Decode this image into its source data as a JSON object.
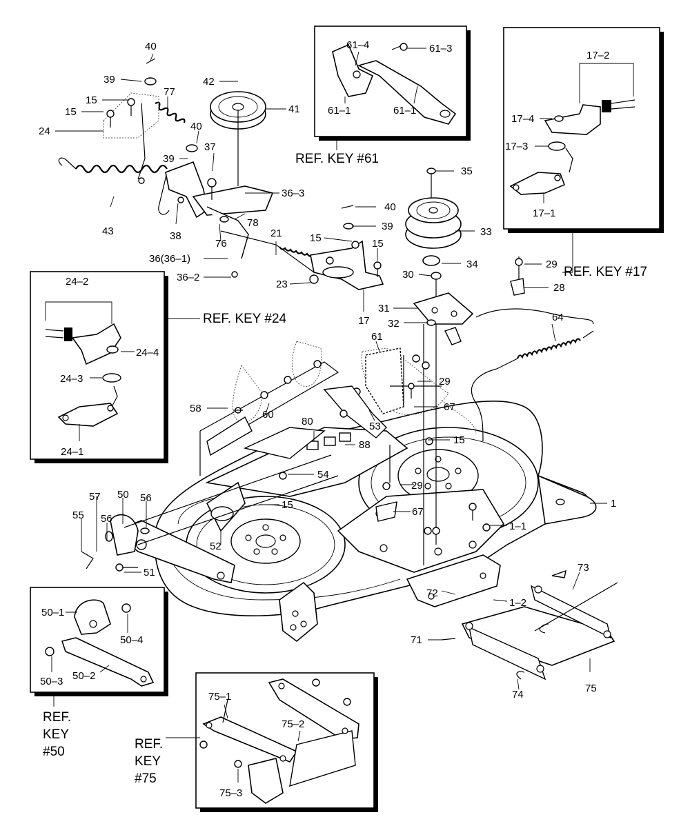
{
  "callouts": {
    "c40a": "40",
    "c39a": "39",
    "c77": "77",
    "c15a": "15",
    "c15b": "15",
    "c24": "24",
    "c42": "42",
    "c41": "41",
    "c40b": "40",
    "c39b": "39",
    "c37": "37",
    "c36_3": "36–3",
    "c43": "43",
    "c38": "38",
    "c76": "76",
    "c78": "78",
    "c21": "21",
    "c36_1": "36(36–1)",
    "c36_2": "36–2",
    "c23": "23",
    "c40c": "40",
    "c39c": "39",
    "c15c": "15",
    "c15d": "15",
    "c17": "17",
    "c35": "35",
    "c33": "33",
    "c34": "34",
    "c30": "30",
    "c31": "31",
    "c32": "32",
    "c29a": "29",
    "c28": "28",
    "c64": "64",
    "c61": "61",
    "c29b": "29",
    "c67a": "67",
    "c58": "58",
    "c60": "60",
    "c53": "53",
    "c80": "80",
    "c88": "88",
    "c15e": "15",
    "c54": "54",
    "c29c": "29",
    "c1": "1",
    "c57": "57",
    "c50": "50",
    "c56a": "56",
    "c55": "55",
    "c56b": "56",
    "c15f": "15",
    "c67b": "67",
    "c1_1": "1–1",
    "c52": "52",
    "c51": "51",
    "c72": "72",
    "c1_2": "1–2",
    "c73": "73",
    "c71": "71",
    "c74": "74",
    "c75": "75"
  },
  "inset61": {
    "ref": "REF. KEY #61",
    "labels": {
      "a": "61–4",
      "b": "61–3",
      "c": "61–1",
      "d": "61–1"
    }
  },
  "inset17": {
    "ref": "REF. KEY #17",
    "labels": {
      "a": "17–2",
      "b": "17–4",
      "c": "17–3",
      "d": "17–1"
    }
  },
  "inset24": {
    "ref": "REF. KEY #24",
    "labels": {
      "a": "24–2",
      "b": "24–4",
      "c": "24–3",
      "d": "24–1"
    }
  },
  "inset50": {
    "ref_lines": [
      "REF.",
      "KEY",
      "#50"
    ],
    "labels": {
      "a": "50–1",
      "b": "50–4",
      "c": "50–3",
      "d": "50–2"
    }
  },
  "inset75": {
    "ref_lines": [
      "REF.",
      "KEY",
      "#75"
    ],
    "labels": {
      "a": "75–1",
      "b": "75–2",
      "c": "75–3"
    }
  }
}
